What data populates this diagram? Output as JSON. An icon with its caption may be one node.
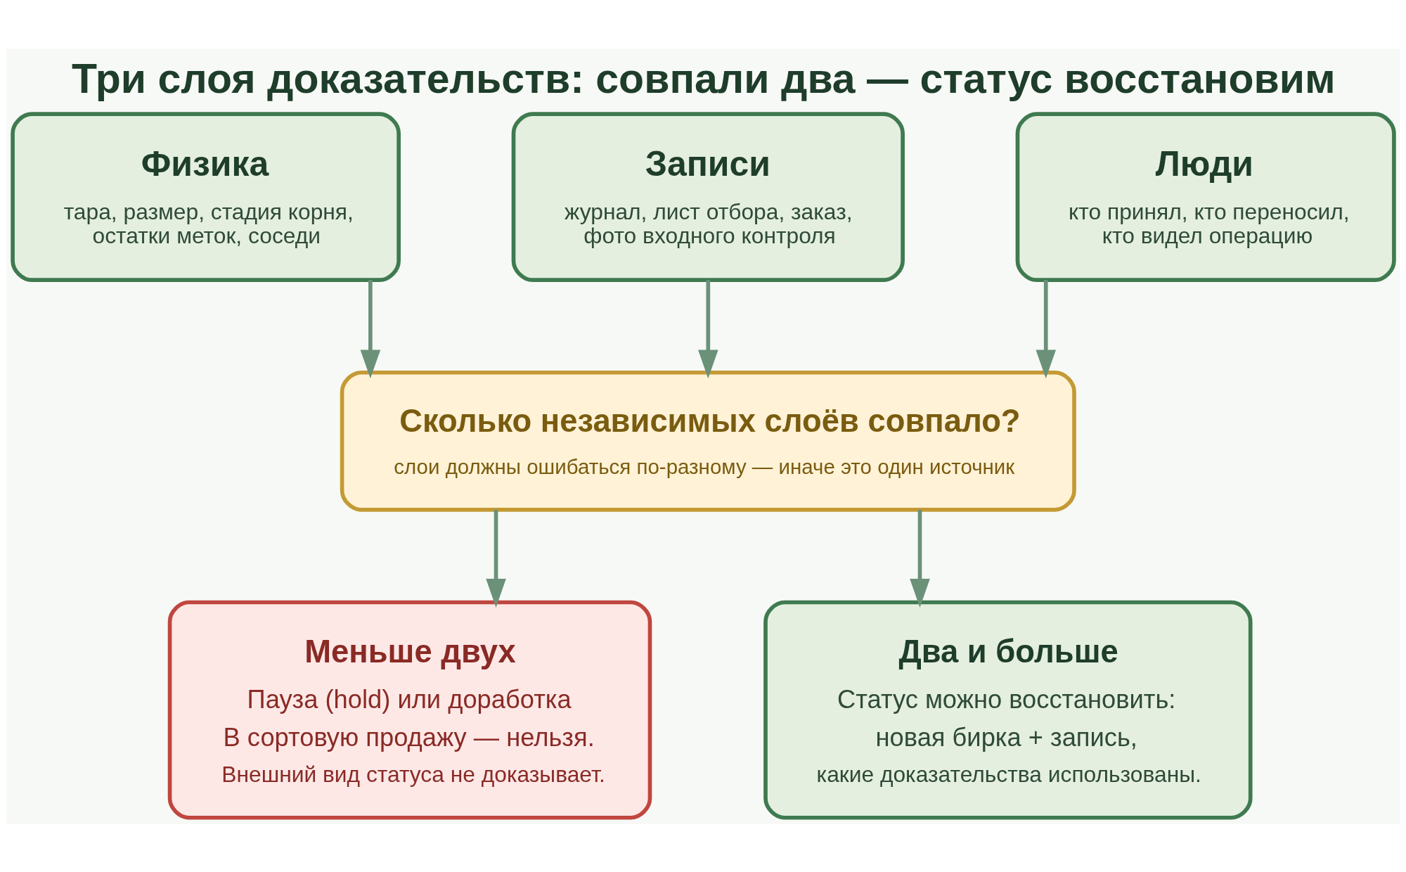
{
  "diagram": {
    "title": "Три слоя доказательств: совпали два — статус восстановим",
    "nodes": [
      {
        "text": [
          "Физика",
          "тара, размер, стадия корня, остатки меток, соседи"
        ]
      },
      {
        "text": [
          "Записи",
          "журнал, лист отбора, заказ, фото входного контроля"
        ]
      },
      {
        "text": [
          "Люди",
          "кто принял, кто переносил, кто видел операцию"
        ]
      },
      {
        "text": [
          "Сколько независимых слоёв совпало?",
          "слои должны ошибаться по-разному — иначе это один источник"
        ]
      },
      {
        "text": [
          "Меньше двух",
          "Пауза (hold) или доработка",
          "В сортовую продажу — нельзя.",
          "Внешний вид статуса не доказывает."
        ]
      },
      {
        "text": [
          "Два и больше",
          "Статус можно восстановить:",
          "новая бирка + запись,",
          "какие доказательства использованы."
        ]
      }
    ],
    "edges": [
      {
        "from": 0,
        "to": 3,
        "arrow": "to"
      },
      {
        "from": 1,
        "to": 3,
        "arrow": "to"
      },
      {
        "from": 2,
        "to": 3,
        "arrow": "to"
      },
      {
        "from": 3,
        "to": 4,
        "arrow": "to"
      },
      {
        "from": 3,
        "to": 5,
        "arrow": "to"
      }
    ]
  }
}
